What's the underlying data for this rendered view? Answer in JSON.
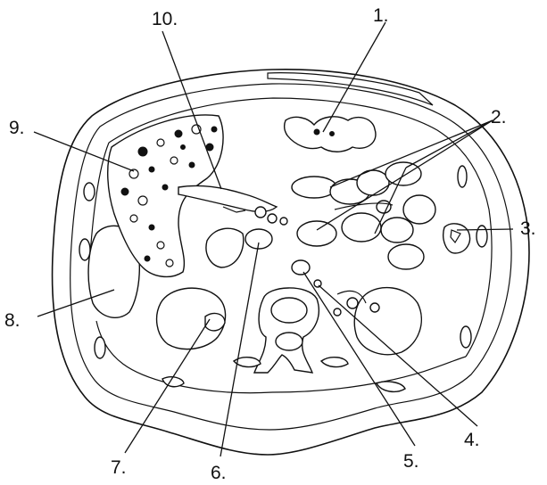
{
  "labels": [
    "1.",
    "2.",
    "3.",
    "4.",
    "5.",
    "6.",
    "7.",
    "8.",
    "9.",
    "10."
  ]
}
